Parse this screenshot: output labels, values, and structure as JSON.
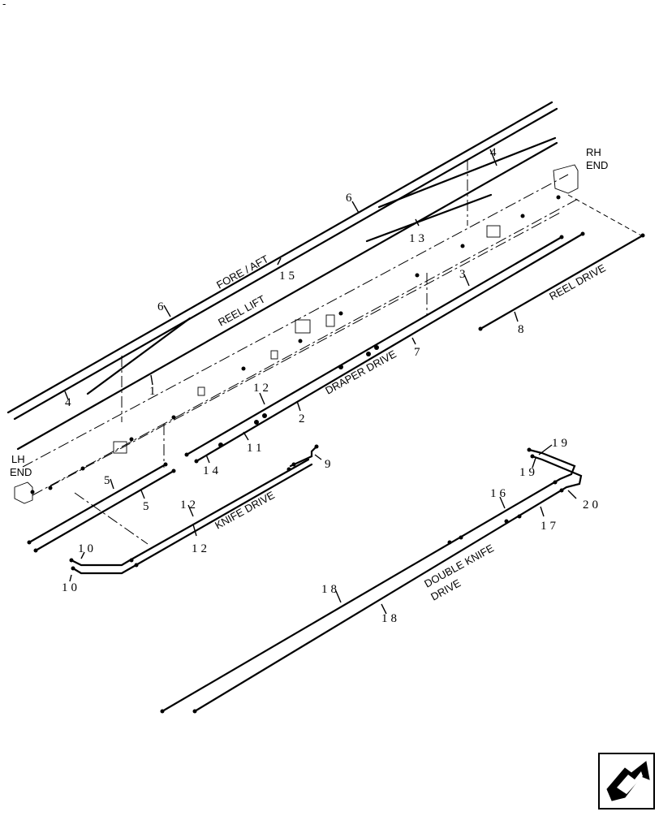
{
  "corner_mark": "-",
  "section_labels": {
    "rh_end_line1": "RH",
    "rh_end_line2": "END",
    "lh_end_line1": "LH",
    "lh_end_line2": "END",
    "fore_aft": "FORE / AFT",
    "reel_lift": "REEL  LIFT",
    "reel_drive": "REEL DRIVE",
    "draper_drive": "DRAPER DRIVE",
    "knife_drive": "KNIFE DRIVE",
    "double_knife_line1": "DOUBLE KNIFE",
    "double_knife_line2": "DRIVE"
  },
  "callouts": {
    "c4_top": "4",
    "c6_top": "6",
    "c13": "13",
    "c15": "15",
    "c6_left": "6",
    "c3": "3",
    "c8": "8",
    "c7": "7",
    "c1": "1",
    "c4_left": "4",
    "c12_upper": "12",
    "c2": "2",
    "c11": "11",
    "c14": "14",
    "c9": "9",
    "c5_upper": "5",
    "c5_lower": "5",
    "c12_mid": "12",
    "c12_lower": "12",
    "c10_upper": "10",
    "c10_lower": "10",
    "c19_upper": "19",
    "c19_lower": "19",
    "c16": "16",
    "c20": "20",
    "c17": "17",
    "c18_upper": "18",
    "c18_lower": "18"
  },
  "icons": {
    "navigation": "next-page-arrow-icon"
  }
}
